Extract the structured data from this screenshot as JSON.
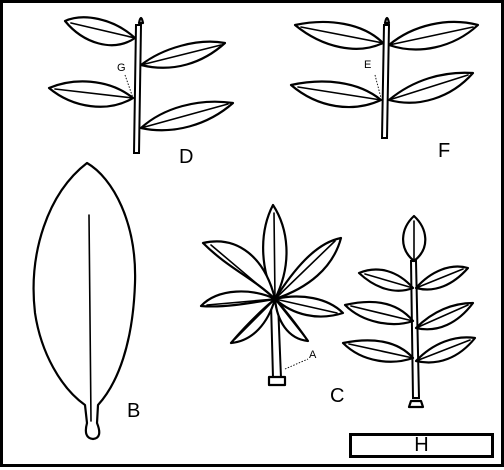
{
  "labels": {
    "d": "D",
    "f": "F",
    "b": "B",
    "c": "C",
    "g": "G",
    "e": "E",
    "a": "A",
    "h": "H"
  }
}
